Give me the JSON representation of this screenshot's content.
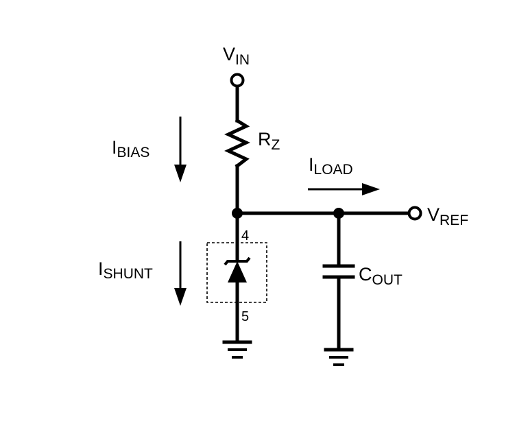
{
  "labels": {
    "vin": {
      "main": "V",
      "sub": "IN"
    },
    "rz": {
      "main": "R",
      "sub": "Z"
    },
    "ibias": {
      "main": "I",
      "sub": "BIAS"
    },
    "iload": {
      "main": "I",
      "sub": "LOAD"
    },
    "vref": {
      "main": "V",
      "sub": "REF"
    },
    "ishunt": {
      "main": "I",
      "sub": "SHUNT"
    },
    "cout": {
      "main": "C",
      "sub": "OUT"
    }
  },
  "pins": {
    "top": "4",
    "bottom": "5"
  }
}
